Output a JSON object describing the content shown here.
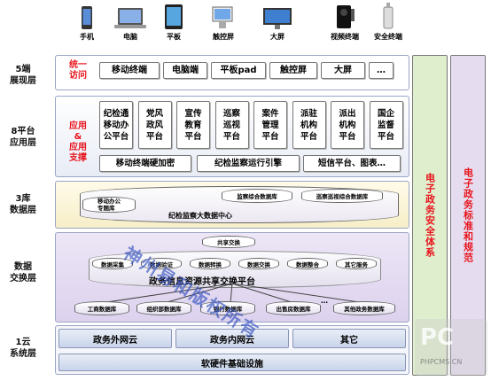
{
  "devices": [
    {
      "label": "手机",
      "icon": "phone-icon"
    },
    {
      "label": "电脑",
      "icon": "laptop-icon"
    },
    {
      "label": "平板",
      "icon": "tablet-icon"
    },
    {
      "label": "触控屏",
      "icon": "touchscreen-icon"
    },
    {
      "label": "大屏",
      "icon": "bigscreen-icon"
    },
    {
      "label": "视频终端",
      "icon": "video-terminal-icon"
    },
    {
      "label": "安全终端",
      "icon": "security-terminal-icon"
    }
  ],
  "layers": {
    "terminals": {
      "label": "5端\n展现层",
      "tag": "统一\n访问",
      "items": [
        "移动终端",
        "电脑端",
        "平板pad",
        "触控屏",
        "大屏",
        "…"
      ]
    },
    "platforms": {
      "label": "8平台\n应用层",
      "tag": "应用\n&\n应用\n支撑",
      "apps": [
        "纪检通\n移动办\n公平台",
        "党风\n政风\n平台",
        "宣传\n教育\n平台",
        "巡察\n巡视\n平台",
        "案件\n管理\n平台",
        "派驻\n机构\n平台",
        "派出\n机构\n平台",
        "国企\n监督\n平台"
      ],
      "support": [
        "移动终端硬加密",
        "纪检监察运行引擎",
        "短信平台、图表…"
      ]
    },
    "databases": {
      "label": "3库\n数据层",
      "db1": "移动办公\n专题库",
      "db2": "监察综合数据库",
      "db3": "巡察巡视综合数据库",
      "center": "纪检监察大数据中心"
    },
    "exchange": {
      "label": "数据\n交换层",
      "top_node": "共享交换",
      "services": [
        "数据采集",
        "数据验证",
        "数据转换",
        "数据交换",
        "数据整合",
        "其它服务"
      ],
      "hub": "政务信息资源共享交换平台",
      "sources": [
        "工商数据库",
        "组织部数据库",
        "银行数据库",
        "出售房数据库",
        "其他政务数据库"
      ]
    },
    "cloud": {
      "label": "1云\n系统层",
      "items": [
        "政务外网云",
        "政务内网云",
        "其它"
      ],
      "base": "软硬件基础设施"
    }
  },
  "side": {
    "security": "电子政务安全体系",
    "standards": "电子政务标准和规范"
  },
  "watermark": "神州易和版权所有",
  "corner_logo": "PHPCMS.CN",
  "colors": {
    "accent_red": "#e8141c",
    "band_border": "#9aa5c6",
    "side_green": "#dfeecd",
    "side_purple": "#e6dcf0"
  }
}
